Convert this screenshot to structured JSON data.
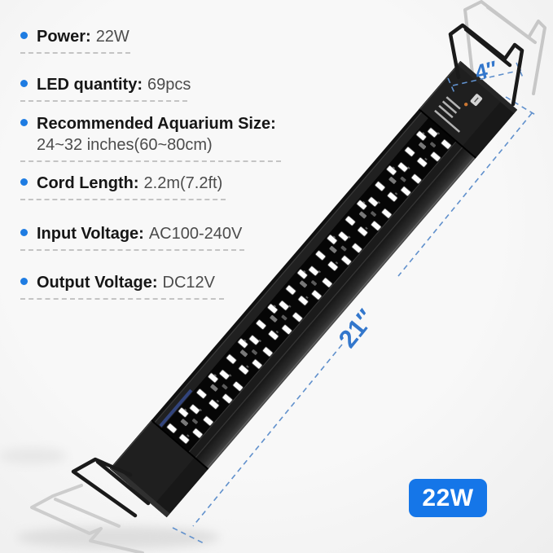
{
  "specs": {
    "items": [
      {
        "label": "Power:",
        "value": "22W"
      },
      {
        "label": "LED quantity:",
        "value": "69pcs"
      },
      {
        "label": "Recommended Aquarium Size:",
        "value": "24~32 inches(60~80cm)"
      },
      {
        "label": "Cord Length:",
        "value": "2.2m(7.2ft)"
      },
      {
        "label": "Input Voltage:",
        "value": "AC100-240V"
      },
      {
        "label": "Output Voltage:",
        "value": "DC12V"
      }
    ]
  },
  "dimensions": {
    "width_label": "4″",
    "length_label": "21″"
  },
  "badge": {
    "power_label": "22W"
  },
  "colors": {
    "accent_blue": "#1e7ce2",
    "dimension_blue": "#3377cc",
    "badge_blue": "#1576e8",
    "dash_gray": "#c4c4c4",
    "background": "#f5f5f5"
  }
}
